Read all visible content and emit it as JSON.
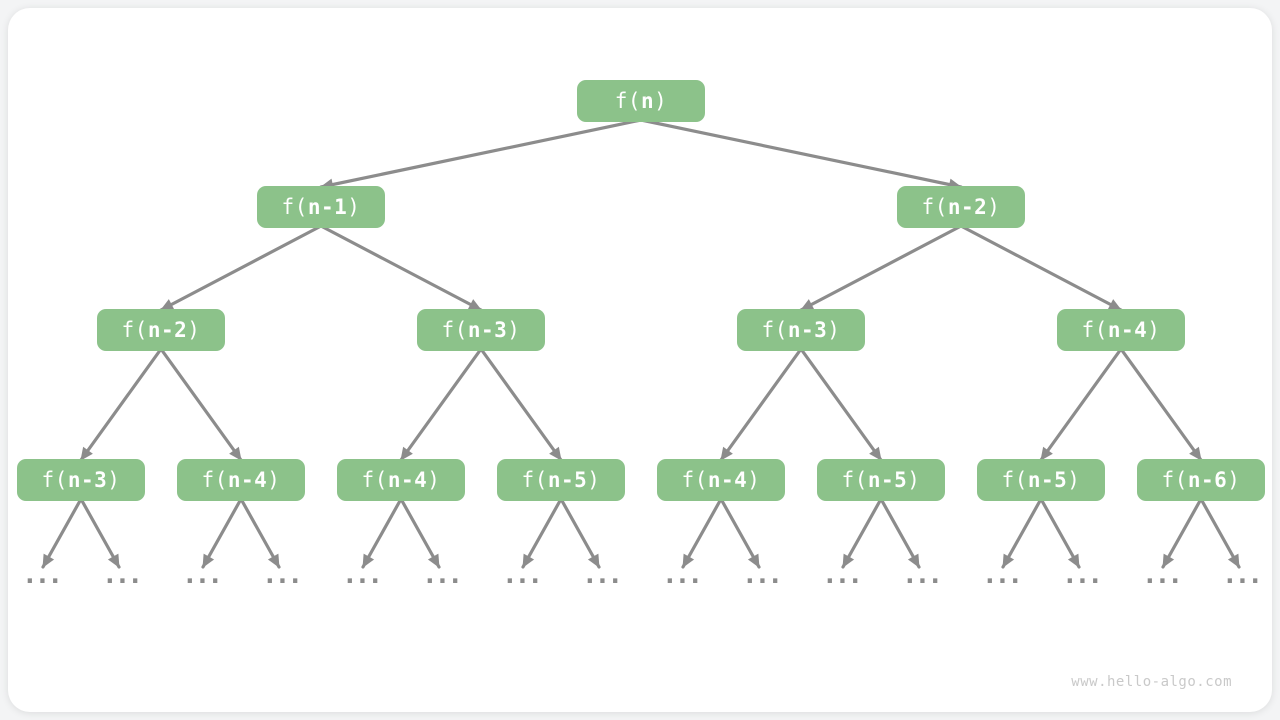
{
  "watermark": "www.hello-algo.com",
  "colors": {
    "node_fill": "#8cc28a",
    "node_text": "#ffffff",
    "edge": "#8c8c8c",
    "ellipsis": "#8c8c8c",
    "watermark_text": "#c9c9c9",
    "canvas_bg": "#ffffff",
    "page_bg": "#f3f4f5"
  },
  "tree": {
    "description": "recursion-tree",
    "ellipsis": "...",
    "nodes": [
      {
        "id": "n0",
        "level": 1,
        "pre": "f(",
        "bold": "n",
        "post": ")"
      },
      {
        "id": "n1",
        "level": 2,
        "pre": "f(",
        "bold": "n-1",
        "post": ")"
      },
      {
        "id": "n2",
        "level": 2,
        "pre": "f(",
        "bold": "n-2",
        "post": ")"
      },
      {
        "id": "n3",
        "level": 3,
        "pre": "f(",
        "bold": "n-2",
        "post": ")"
      },
      {
        "id": "n4",
        "level": 3,
        "pre": "f(",
        "bold": "n-3",
        "post": ")"
      },
      {
        "id": "n5",
        "level": 3,
        "pre": "f(",
        "bold": "n-3",
        "post": ")"
      },
      {
        "id": "n6",
        "level": 3,
        "pre": "f(",
        "bold": "n-4",
        "post": ")"
      },
      {
        "id": "n7",
        "level": 4,
        "pre": "f(",
        "bold": "n-3",
        "post": ")"
      },
      {
        "id": "n8",
        "level": 4,
        "pre": "f(",
        "bold": "n-4",
        "post": ")"
      },
      {
        "id": "n9",
        "level": 4,
        "pre": "f(",
        "bold": "n-4",
        "post": ")"
      },
      {
        "id": "n10",
        "level": 4,
        "pre": "f(",
        "bold": "n-5",
        "post": ")"
      },
      {
        "id": "n11",
        "level": 4,
        "pre": "f(",
        "bold": "n-4",
        "post": ")"
      },
      {
        "id": "n12",
        "level": 4,
        "pre": "f(",
        "bold": "n-5",
        "post": ")"
      },
      {
        "id": "n13",
        "level": 4,
        "pre": "f(",
        "bold": "n-5",
        "post": ")"
      },
      {
        "id": "n14",
        "level": 4,
        "pre": "f(",
        "bold": "n-6",
        "post": ")"
      }
    ],
    "edges": [
      [
        "n0",
        "n1"
      ],
      [
        "n0",
        "n2"
      ],
      [
        "n1",
        "n3"
      ],
      [
        "n1",
        "n4"
      ],
      [
        "n2",
        "n5"
      ],
      [
        "n2",
        "n6"
      ],
      [
        "n3",
        "n7"
      ],
      [
        "n3",
        "n8"
      ],
      [
        "n4",
        "n9"
      ],
      [
        "n4",
        "n10"
      ],
      [
        "n5",
        "n11"
      ],
      [
        "n5",
        "n12"
      ],
      [
        "n6",
        "n13"
      ],
      [
        "n6",
        "n14"
      ]
    ]
  }
}
